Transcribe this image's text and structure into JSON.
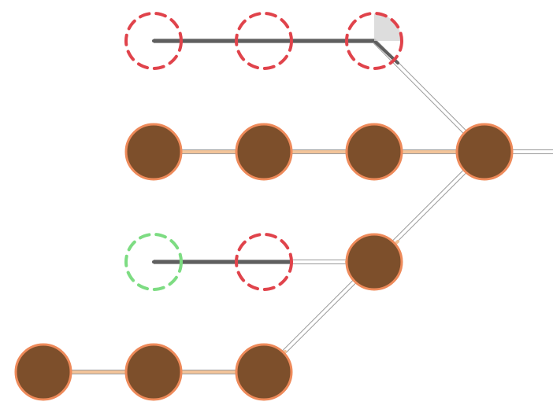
{
  "colors": {
    "background": "#ffffff",
    "wire_border": "#9a9a9a",
    "wire_fill": "#ffffff",
    "node_fill": "#7d4f2b",
    "node_border": "#ee8a5a",
    "active_trail": "#f2c49a",
    "inactive_trail": "#5f5f5f",
    "removed_marker": "#e0434b",
    "added_marker": "#7ddc82",
    "ghost_fill": "#d4d4d4"
  },
  "legend_states": [
    "filled",
    "removed",
    "added"
  ],
  "nodes": [
    {
      "id": "r1c1",
      "state": "removed"
    },
    {
      "id": "r1c2",
      "state": "removed"
    },
    {
      "id": "r1c3",
      "state": "removed"
    },
    {
      "id": "r2c1",
      "state": "filled"
    },
    {
      "id": "r2c2",
      "state": "filled"
    },
    {
      "id": "r2c3",
      "state": "filled"
    },
    {
      "id": "r2c4",
      "state": "filled"
    },
    {
      "id": "r3c1",
      "state": "added"
    },
    {
      "id": "r3c2",
      "state": "removed"
    },
    {
      "id": "r3c3",
      "state": "filled"
    },
    {
      "id": "r4c0",
      "state": "filled"
    },
    {
      "id": "r4c1",
      "state": "filled"
    },
    {
      "id": "r4c2",
      "state": "filled"
    }
  ]
}
